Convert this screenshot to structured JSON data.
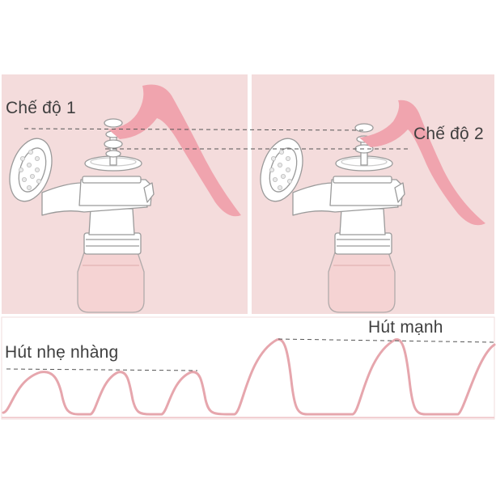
{
  "labels": {
    "mode1": "Chế độ 1",
    "mode2": "Chế độ 2",
    "gentle": "Hút nhẹ nhàng",
    "strong": "Hút mạnh"
  },
  "colors": {
    "panel_bg": "#f4dcdc",
    "tube": "#f0a4ae",
    "outline": "#9a9a9a",
    "wave": "#e6a6ad",
    "dash": "#555555",
    "text": "#3f3f3f"
  },
  "icons": [
    "breast-pump-mode-1-illustration",
    "breast-pump-mode-2-illustration"
  ]
}
